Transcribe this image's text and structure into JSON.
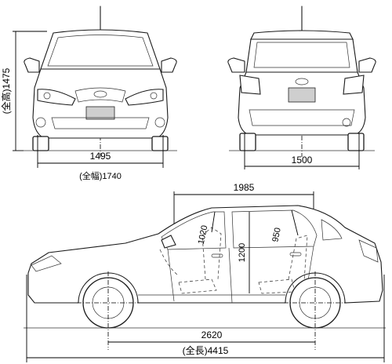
{
  "dimensions": {
    "front_track": "1495",
    "overall_width": "(全幅)1740",
    "overall_height": "(全高)1475",
    "rear_track": "1500",
    "roof_length": "1985",
    "front_seat_to_roof": "1020",
    "interior_height": "1200",
    "rear_seat_to_roof": "950",
    "wheelbase": "2620",
    "overall_length": "(全長)4415"
  }
}
